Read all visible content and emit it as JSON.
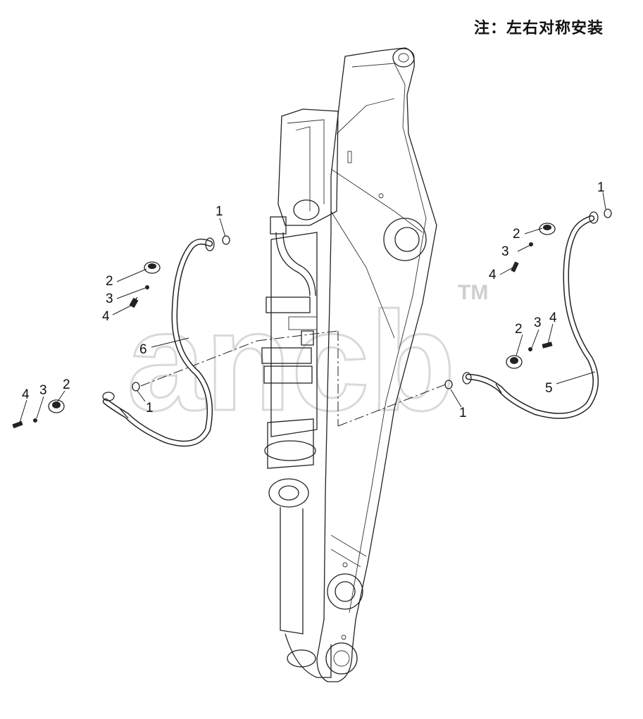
{
  "note": "注：左右对称安装",
  "watermark": {
    "text": "ancb",
    "tm": "TM"
  },
  "callouts": {
    "left_top_1": "1",
    "left_2": "2",
    "left_3": "3",
    "left_4": "4",
    "left_6": "6",
    "left_bottom_1": "1",
    "far_left_2": "2",
    "far_left_3": "3",
    "far_left_4": "4",
    "right_top_1": "1",
    "right_2": "2",
    "right_3": "3",
    "right_4": "4",
    "right_low_2": "2",
    "right_low_3": "3",
    "right_low_4": "4",
    "right_5": "5",
    "right_bottom_1": "1"
  },
  "colors": {
    "line": "#222222",
    "watermark": "#d9d9d9",
    "background": "#ffffff"
  }
}
